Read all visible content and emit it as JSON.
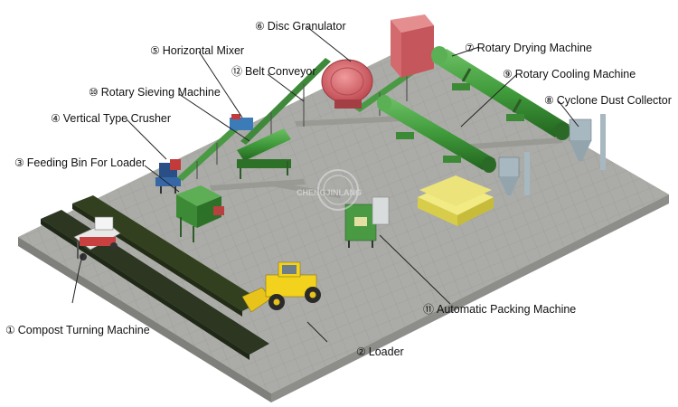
{
  "labels": [
    {
      "num": "①",
      "text": "Compost Turning Machine"
    },
    {
      "num": "②",
      "text": "Loader"
    },
    {
      "num": "③",
      "text": "Feeding Bin For Loader"
    },
    {
      "num": "④",
      "text": "Vertical Type Crusher"
    },
    {
      "num": "⑤",
      "text": "Horizontal Mixer"
    },
    {
      "num": "⑥",
      "text": "Disc Granulator"
    },
    {
      "num": "⑦",
      "text": "Rotary Drying Machine"
    },
    {
      "num": "⑧",
      "text": "Cyclone Dust Collector"
    },
    {
      "num": "⑨",
      "text": "Rotary Cooling Machine"
    },
    {
      "num": "⑩",
      "text": "Rotary Sieving Machine"
    },
    {
      "num": "⑪",
      "text": "Automatic Packing Machine"
    },
    {
      "num": "⑫",
      "text": "Belt Conveyor"
    }
  ],
  "watermark": "CHENGJINLANG",
  "colors": {
    "floor": "#a9aaa6",
    "floor_edge": "#7d7e7a",
    "machine_green": "#3f9a3a",
    "granulator_red": "#d9696e",
    "compost": "#2f3a22",
    "loader_yellow": "#f2d21c",
    "bags": "#e9e06a"
  }
}
